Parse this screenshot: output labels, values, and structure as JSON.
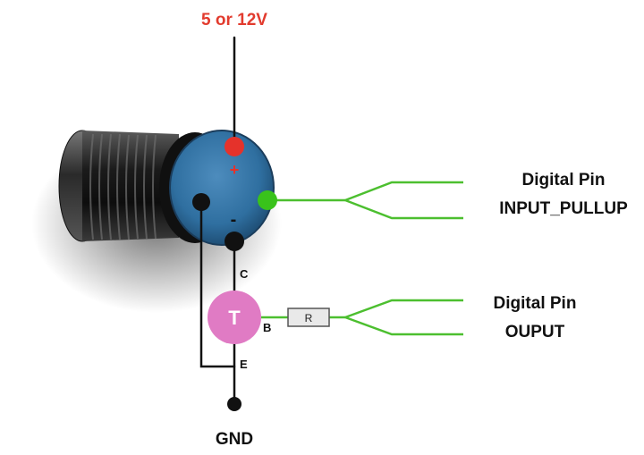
{
  "labels": {
    "supply": "5 or 12V",
    "plus": "+",
    "minus": "-",
    "input_pin_title": "Digital Pin",
    "input_pin_mode": "INPUT_PULLUP",
    "output_pin_title": "Digital Pin",
    "output_pin_mode": "OUPUT",
    "transistor": "T",
    "collector": "C",
    "base": "B",
    "emitter": "E",
    "resistor": "R",
    "ground": "GND"
  },
  "colors": {
    "supply_text": "#e23b2e",
    "positive_terminal": "#e5322b",
    "input_terminal": "#39c21b",
    "wire": "#111111",
    "signal_wire": "#4cbf2f",
    "transistor_fill": "#e07bc4",
    "resistor_fill": "#e9e9e9",
    "button_cap": "#2f6fa0",
    "button_housing": "#1a1a1a"
  }
}
